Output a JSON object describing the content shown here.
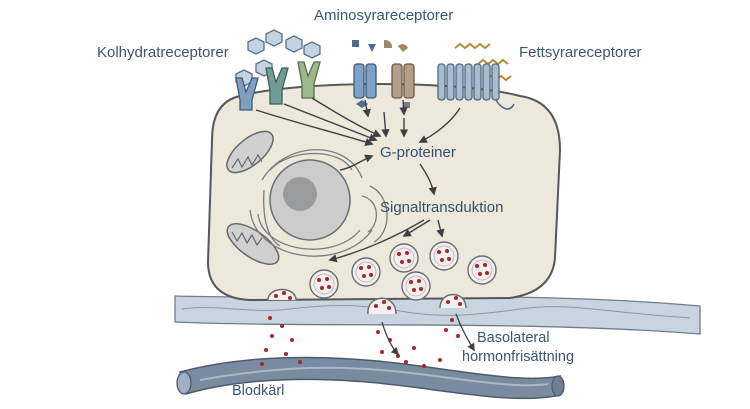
{
  "labels": {
    "amino": "Aminosyrareceptorer",
    "carb": "Kolhydratreceptorer",
    "fatty": "Fettsyrareceptorer",
    "gprot": "G-proteiner",
    "signal": "Signaltransduktion",
    "release_line1": "Basolateral",
    "release_line2": "hormonfrisättning",
    "vessel": "Blodkärl"
  },
  "colors": {
    "cell_fill": "#ece8dc",
    "cell_stroke": "#55575a",
    "text": "#3b5573",
    "granule_dot": "#a5262d",
    "vessel": "#6e7f92",
    "membrane": "#c9d4df"
  }
}
